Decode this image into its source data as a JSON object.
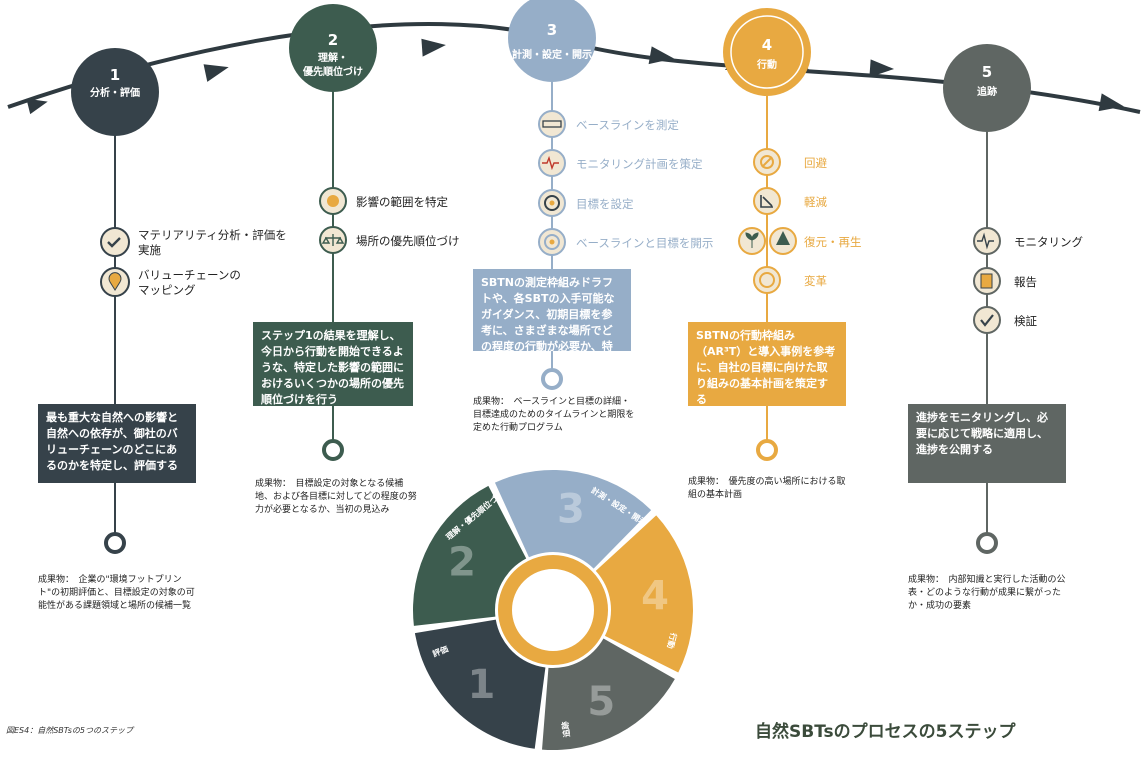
{
  "colors": {
    "step1": "#36424a",
    "step2": "#3d5c4f",
    "step3": "#96aec8",
    "step4": "#e8a941",
    "step5": "#5f6663",
    "arc": "#2f3a40"
  },
  "steps": [
    {
      "num": "1",
      "title": "分析・評価"
    },
    {
      "num": "2",
      "title": "理解・\n優先順位づけ"
    },
    {
      "num": "3",
      "title": "計測・設定・開示"
    },
    {
      "num": "4",
      "title": "行動"
    },
    {
      "num": "5",
      "title": "追跡"
    }
  ],
  "step1": {
    "items": [
      {
        "icon": "checkmark-badge-icon",
        "label": "マテリアリティ分析・評価を\n実施"
      },
      {
        "icon": "location-pin-icon",
        "label": "バリューチェーンの\nマッピング"
      }
    ],
    "box": "最も重大な自然への影響と自然への依存が、御社のバリューチェーンのどこにあるのかを特定し、評価する",
    "output": "成果物：　企業の\"環境フットプリント\"の初期評価と、目標設定の対象の可能性がある課題領域と場所の候補一覧"
  },
  "step2": {
    "items": [
      {
        "icon": "scope-dot-icon",
        "label": "影響の範囲を特定"
      },
      {
        "icon": "scales-icon",
        "label": "場所の優先順位づけ"
      }
    ],
    "box": "ステップ1の結果を理解し、今日から行動を開始できるような、特定した影響の範囲におけるいくつかの場所の優先順位づけを行う",
    "output": "成果物：　目標設定の対象となる候補地、および各目標に対してどの程度の努力が必要となるか、当初の見込み"
  },
  "step3": {
    "items": [
      {
        "icon": "ruler-icon",
        "label": "ベースラインを測定"
      },
      {
        "icon": "pulse-icon",
        "label": "モニタリング計画を策定"
      },
      {
        "icon": "target-icon",
        "label": "目標を設定"
      },
      {
        "icon": "target-disclose-icon",
        "label": "ベースラインと目標を開示"
      }
    ],
    "box": "SBTNの測定枠組みドラフトや、各SBTの入手可能なガイダンス、初期目標を参考に、さまざまな場所でどの程度の行動が必要か、特定を開始する",
    "output": "成果物：　ベースラインと目標の詳細・目標達成のためのタイムラインと期限を定めた行動プログラム"
  },
  "step4": {
    "items": [
      {
        "icon": "avoid-icon",
        "label": "回避"
      },
      {
        "icon": "reduce-icon",
        "label": "軽減"
      },
      {
        "icon": "restore-icon",
        "label": "復元・再生"
      },
      {
        "icon": "transform-icon",
        "label": "変革"
      }
    ],
    "box": "SBTNの行動枠組み（AR³T）と導入事例を参考に、自社の目標に向けた取り組みの基本計画を策定する",
    "output": "成果物：　優先度の高い場所における取組の基本計画"
  },
  "step5": {
    "items": [
      {
        "icon": "heartbeat-icon",
        "label": "モニタリング"
      },
      {
        "icon": "report-icon",
        "label": "報告"
      },
      {
        "icon": "verify-check-icon",
        "label": "検証"
      }
    ],
    "box": "進捗をモニタリングし、必要に応じて戦略に適用し、進捗を公開する",
    "output": "成果物：　内部知識と実行した活動の公表・どのような行動が成果に繋がったか・成功の要素"
  },
  "cycle": {
    "segments": [
      {
        "num": "1",
        "label": "評価"
      },
      {
        "num": "2",
        "label": "理解・\n優先順位づけ"
      },
      {
        "num": "3",
        "label": "計測・設定・開示"
      },
      {
        "num": "4",
        "label": "行動"
      },
      {
        "num": "5",
        "label": "追跡"
      }
    ]
  },
  "caption": "図ES4：自然SBTsの5つのステップ",
  "title": "自然SBTsのプロセスの5ステップ"
}
